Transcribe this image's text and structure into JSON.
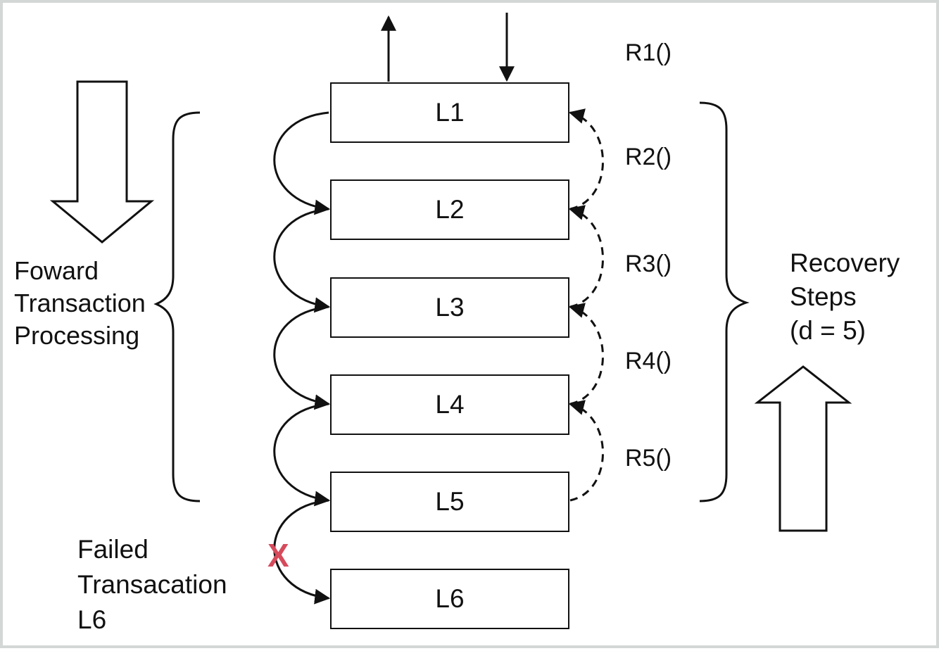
{
  "layers": [
    {
      "id": "L1",
      "label": "L1"
    },
    {
      "id": "L2",
      "label": "L2"
    },
    {
      "id": "L3",
      "label": "L3"
    },
    {
      "id": "L4",
      "label": "L4"
    },
    {
      "id": "L5",
      "label": "L5"
    },
    {
      "id": "L6",
      "label": "L6"
    }
  ],
  "recovery_calls": [
    "R1()",
    "R2()",
    "R3()",
    "R4()",
    "R5()"
  ],
  "forward_label": [
    "Foward",
    "Transaction",
    "Processing"
  ],
  "recovery_label": [
    "Recovery",
    "Steps",
    "(d = 5)"
  ],
  "failed_label": [
    "Failed",
    "Transacation",
    "L6"
  ],
  "fail_mark": "X",
  "colors": {
    "line": "#111111",
    "border": "#d3d7d6",
    "fail": "#d64b5c"
  }
}
